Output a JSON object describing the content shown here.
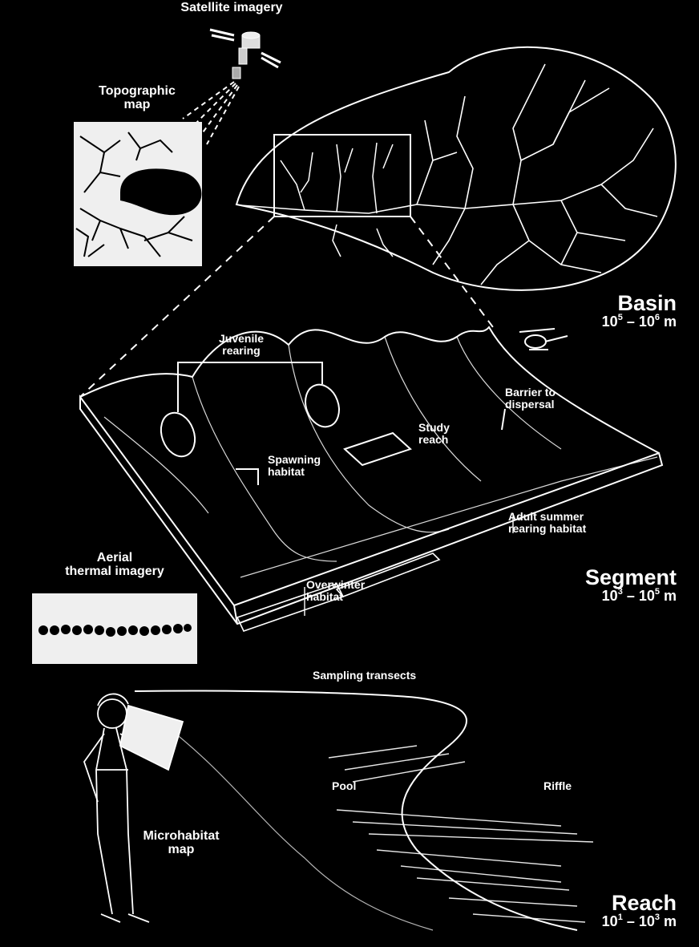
{
  "labels": {
    "satellite": "Satellite imagery",
    "topo_line1": "Topographic",
    "topo_line2": "map",
    "juvenile_line1": "Juvenile",
    "juvenile_line2": "rearing",
    "barrier_line1": "Barrier to",
    "barrier_line2": "dispersal",
    "study_line1": "Study",
    "study_line2": "reach",
    "spawning_line1": "Spawning",
    "spawning_line2": "habitat",
    "adult_line1": "Adult summer",
    "adult_line2": "rearing habitat",
    "overwinter_line1": "Overwinter",
    "overwinter_line2": "habitat",
    "aerial_line1": "Aerial",
    "aerial_line2": "thermal imagery",
    "sampling": "Sampling transects",
    "pool": "Pool",
    "riffle": "Riffle",
    "micro_line1": "Microhabitat",
    "micro_line2": "map"
  },
  "scales": {
    "basin": {
      "name": "Basin",
      "base1": "10",
      "exp1": "5",
      "sep": " – ",
      "base2": "10",
      "exp2": "6",
      "unit": " m"
    },
    "segment": {
      "name": "Segment",
      "base1": "10",
      "exp1": "3",
      "sep": " – ",
      "base2": "10",
      "exp2": "5",
      "unit": " m"
    },
    "reach": {
      "name": "Reach",
      "base1": "10",
      "exp1": "1",
      "sep": " – ",
      "base2": "10",
      "exp2": "3",
      "unit": " m"
    }
  }
}
